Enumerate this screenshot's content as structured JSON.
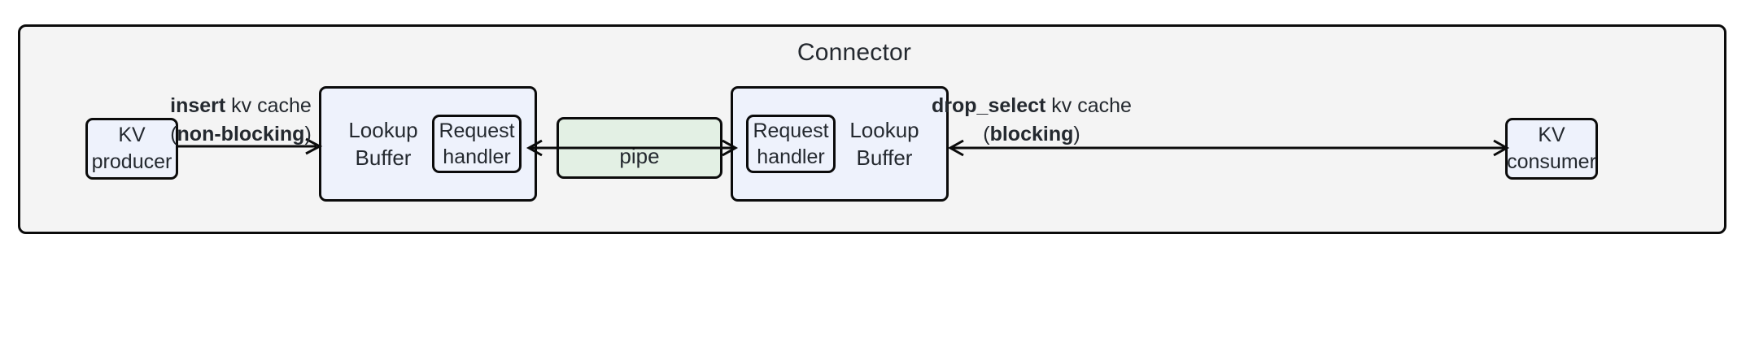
{
  "diagram": {
    "title": "Connector",
    "background_color": "#f4f4f4",
    "border_color": "#0b0b0b",
    "node_blue_fill": "#eef2fc",
    "node_green_fill": "#e3f0e4"
  },
  "nodes": {
    "kv_producer": {
      "line1": "KV",
      "line2": "producer"
    },
    "kv_consumer": {
      "line1": "KV",
      "line2": "consumer"
    },
    "lookup_buffer_left": {
      "line1": "Lookup",
      "line2": "Buffer"
    },
    "lookup_buffer_right": {
      "line1": "Lookup",
      "line2": "Buffer"
    },
    "request_handler_left": {
      "line1": "Request",
      "line2": "handler"
    },
    "request_handler_right": {
      "line1": "Request",
      "line2": "handler"
    },
    "pipe": {
      "label": "pipe"
    }
  },
  "edges": {
    "insert": {
      "bold_text": "insert",
      "plain_text": " kv cache",
      "paren_open": "(",
      "bold_mode": "non-blocking",
      "paren_close": ")",
      "direction": "right"
    },
    "drop_select": {
      "bold_text": "drop_select",
      "plain_text": " kv cache",
      "paren_open": "(",
      "bold_mode": "blocking",
      "paren_close": ")",
      "direction": "both"
    },
    "pipe_transfer": {
      "direction": "both"
    }
  }
}
